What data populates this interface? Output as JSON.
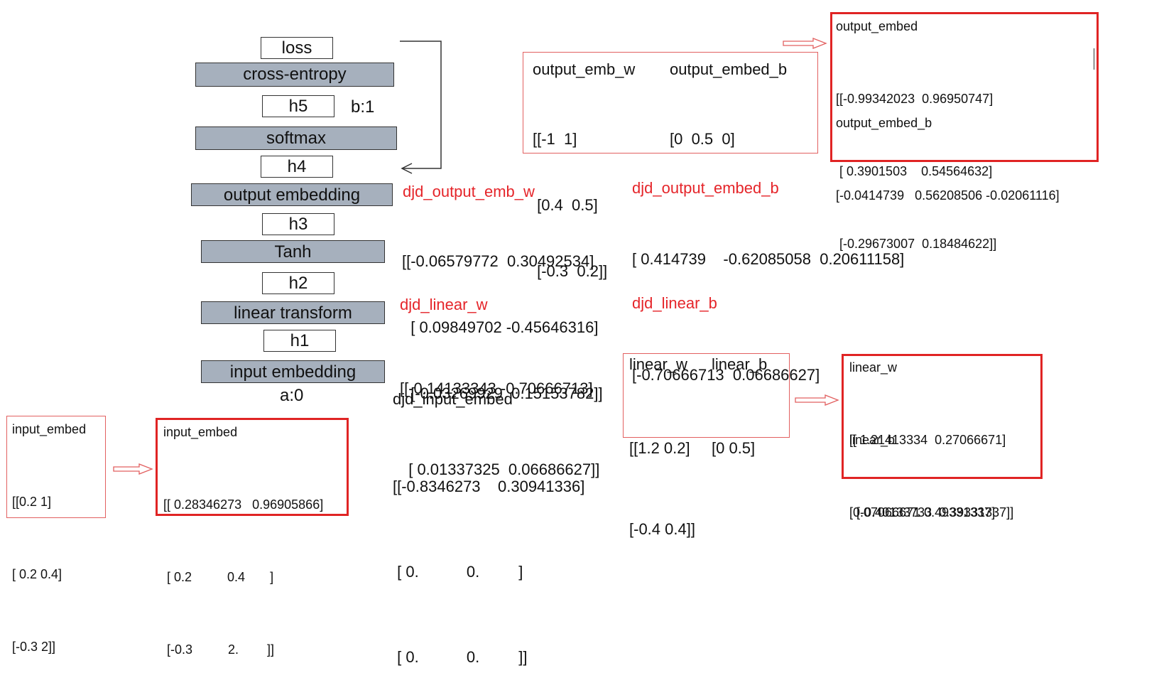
{
  "network": {
    "loss": "loss",
    "cross_entropy": "cross-entropy",
    "h5": "h5",
    "b_label": "b:1",
    "softmax": "softmax",
    "h4": "h4",
    "output_embedding": "output embedding",
    "h3": "h3",
    "tanh": "Tanh",
    "h2": "h2",
    "linear_transform": "linear transform",
    "h1": "h1",
    "input_embedding": "input embedding",
    "a_label": "a:0"
  },
  "output_initial": {
    "w_title": "output_emb_w",
    "b_title": "output_embed_b",
    "w_rows": [
      "[[-1  1]",
      " [0.4  0.5]",
      " [-0.3  0.2]]"
    ],
    "b_rows": [
      "[0  0.5  0]"
    ]
  },
  "output_updated": {
    "embed_title": "output_embed",
    "embed_rows": [
      "[[-0.99342023  0.96950747]",
      " [ 0.3901503    0.54564632]",
      " [-0.29673007  0.18484622]]"
    ],
    "b_title": "output_embed_b",
    "b_rows": [
      "[-0.0414739   0.56208506 -0.02061116]"
    ]
  },
  "djd_output_emb_w": {
    "title": "djd_output_emb_w",
    "rows": [
      "[[-0.06579772  0.30492534]",
      "  [ 0.09849702 -0.45646316]",
      "  [-0.03269929  0.15153782]]"
    ]
  },
  "djd_output_embed_b": {
    "title": "djd_output_embed_b",
    "rows": [
      "[ 0.414739    -0.62085058  0.20611158]"
    ]
  },
  "djd_linear_w": {
    "title": "djd_linear_w",
    "rows": [
      "[[-0.14133343 -0.70666713]",
      "  [ 0.01337325  0.06686627]]"
    ]
  },
  "djd_linear_b": {
    "title": "djd_linear_b",
    "rows": [
      "[-0.70666713  0.06686627]"
    ]
  },
  "linear_initial": {
    "w_title": "linear_w",
    "b_title": "linear_b",
    "w_rows": [
      "[[1.2 0.2]",
      "[-0.4 0.4]]"
    ],
    "b_rows": [
      "[0 0.5]"
    ]
  },
  "linear_updated": {
    "w_title": "linear_w",
    "w_rows": [
      "[[ 1.21413334  0.27066671]",
      "  [-0.40133733  0.39331337]]"
    ],
    "b_title": "linear_b",
    "b_rows": [
      "[0.07066671 0.49331337]"
    ]
  },
  "djd_input_embed": {
    "title": "djd_input_embed",
    "rows": [
      "[[-0.8346273    0.30941336]",
      " [ 0.           0.         ]",
      " [ 0.           0.         ]]"
    ]
  },
  "input_initial": {
    "title": "input_embed",
    "rows": [
      "[[0.2 1]",
      "[ 0.2 0.4]",
      "[-0.3 2]]"
    ]
  },
  "input_updated": {
    "title": "input_embed",
    "rows": [
      "[[ 0.28346273   0.96905866]",
      " [ 0.2          0.4       ]",
      " [-0.3          2.        ]]"
    ]
  },
  "colors": {
    "layer_fill": "#a6b0bd",
    "highlight_red": "#e5252a"
  }
}
